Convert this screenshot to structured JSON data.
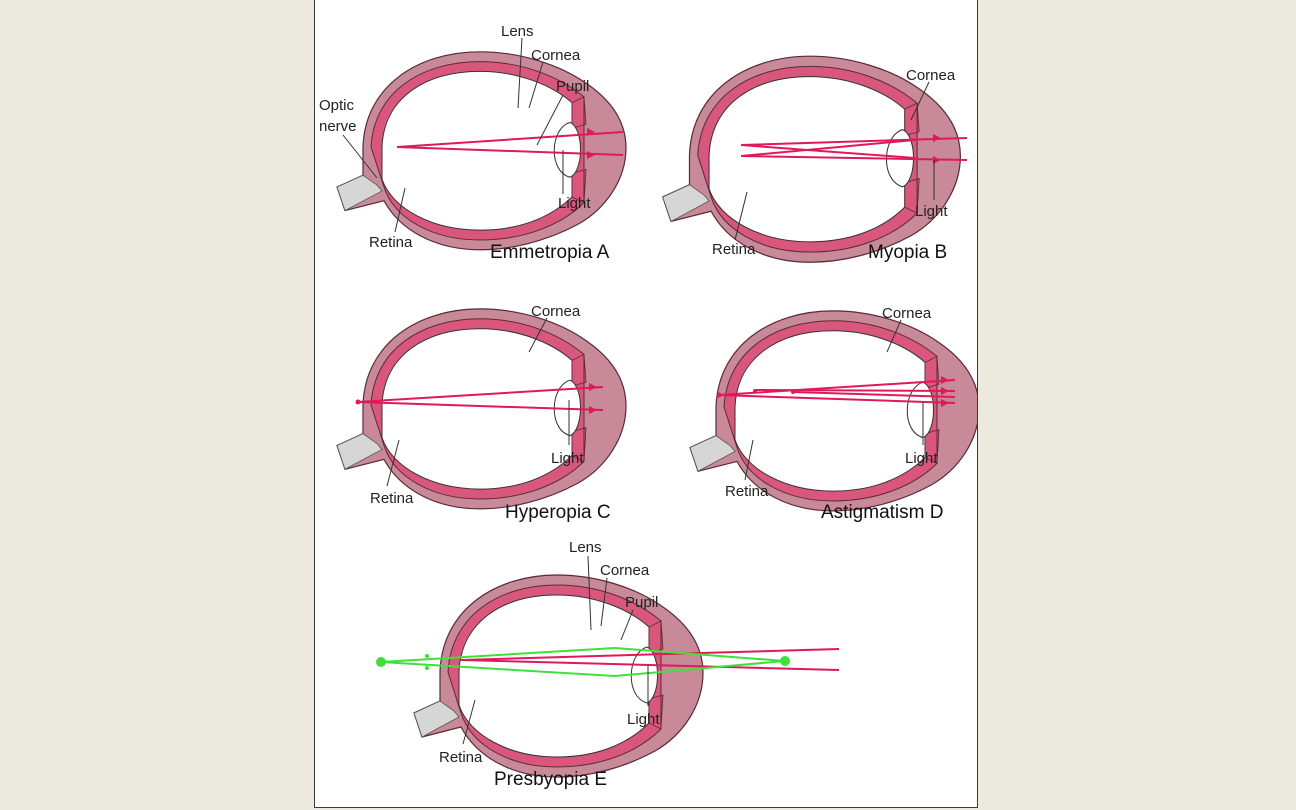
{
  "colors": {
    "background": "#ece9df",
    "sclera": "#c88a99",
    "choroid": "#d9577c",
    "ray": "#e0185c",
    "near_ray": "#3fe03a",
    "nerve": "#d6d6d6"
  },
  "panels": {
    "a": {
      "caption": "Emmetropia A",
      "lens": "Lens",
      "cornea": "Cornea",
      "pupil": "Pupil",
      "optic_nerve_1": "Optic",
      "optic_nerve_2": "nerve",
      "light": "Light",
      "retina": "Retina"
    },
    "b": {
      "caption": "Myopia B",
      "cornea": "Cornea",
      "light": "Light",
      "retina": "Retina"
    },
    "c": {
      "caption": "Hyperopia C",
      "cornea": "Cornea",
      "light": "Light",
      "retina": "Retina"
    },
    "d": {
      "caption": "Astigmatism D",
      "cornea": "Cornea",
      "light": "Light",
      "retina": "Retina"
    },
    "e": {
      "caption": "Presbyopia E",
      "lens": "Lens",
      "cornea": "Cornea",
      "pupil": "Pupil",
      "light": "Light",
      "retina": "Retina"
    }
  }
}
